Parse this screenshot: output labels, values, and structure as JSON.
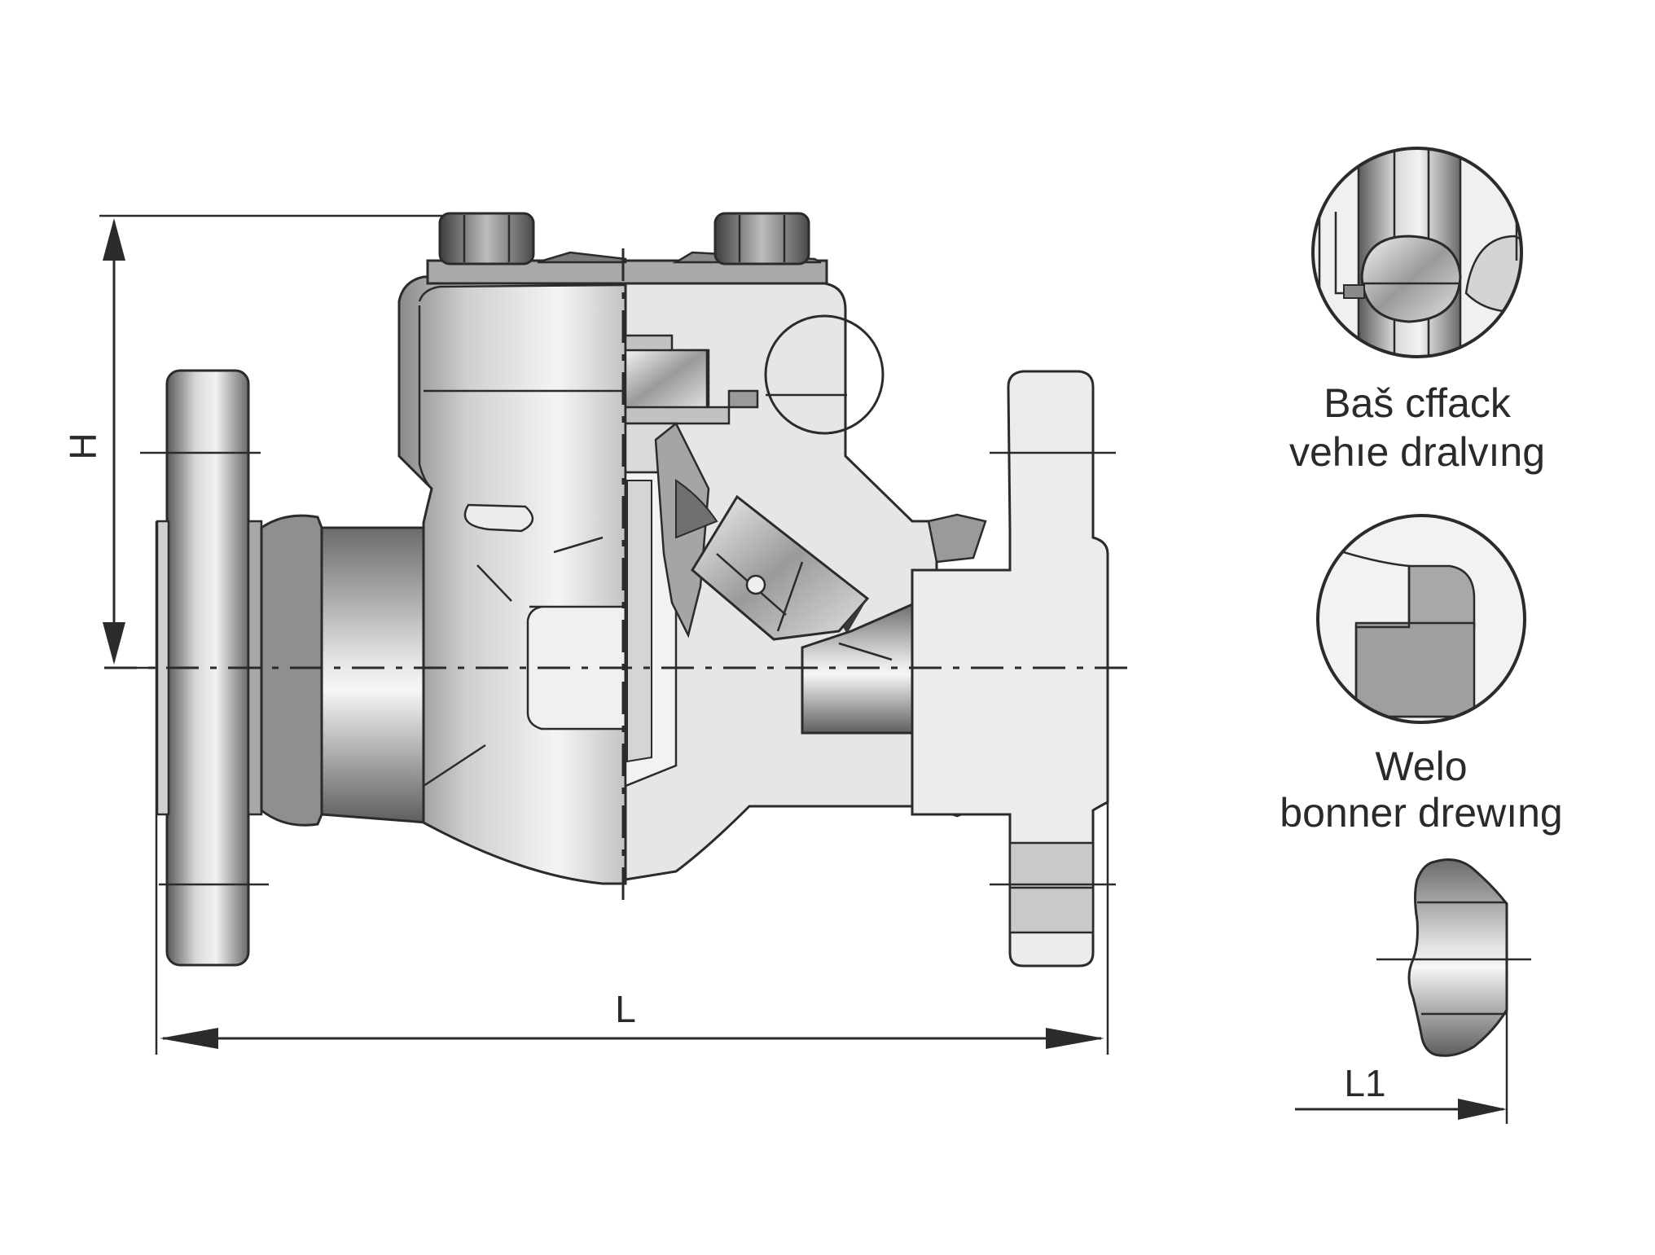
{
  "labels": {
    "height_dim": "H",
    "length_dim": "L",
    "detail_dim": "L1",
    "detail_a_line1": "Baš cffack",
    "detail_a_line2": "vehıe dralvıng",
    "detail_b_line1": "Welo",
    "detail_b_line2": "bonner drewıng"
  },
  "colors": {
    "line": "#2b2b2b",
    "steel_light": "#e8e8e8",
    "steel_mid": "#bdbdbd",
    "steel_dark": "#6e6e6e"
  }
}
